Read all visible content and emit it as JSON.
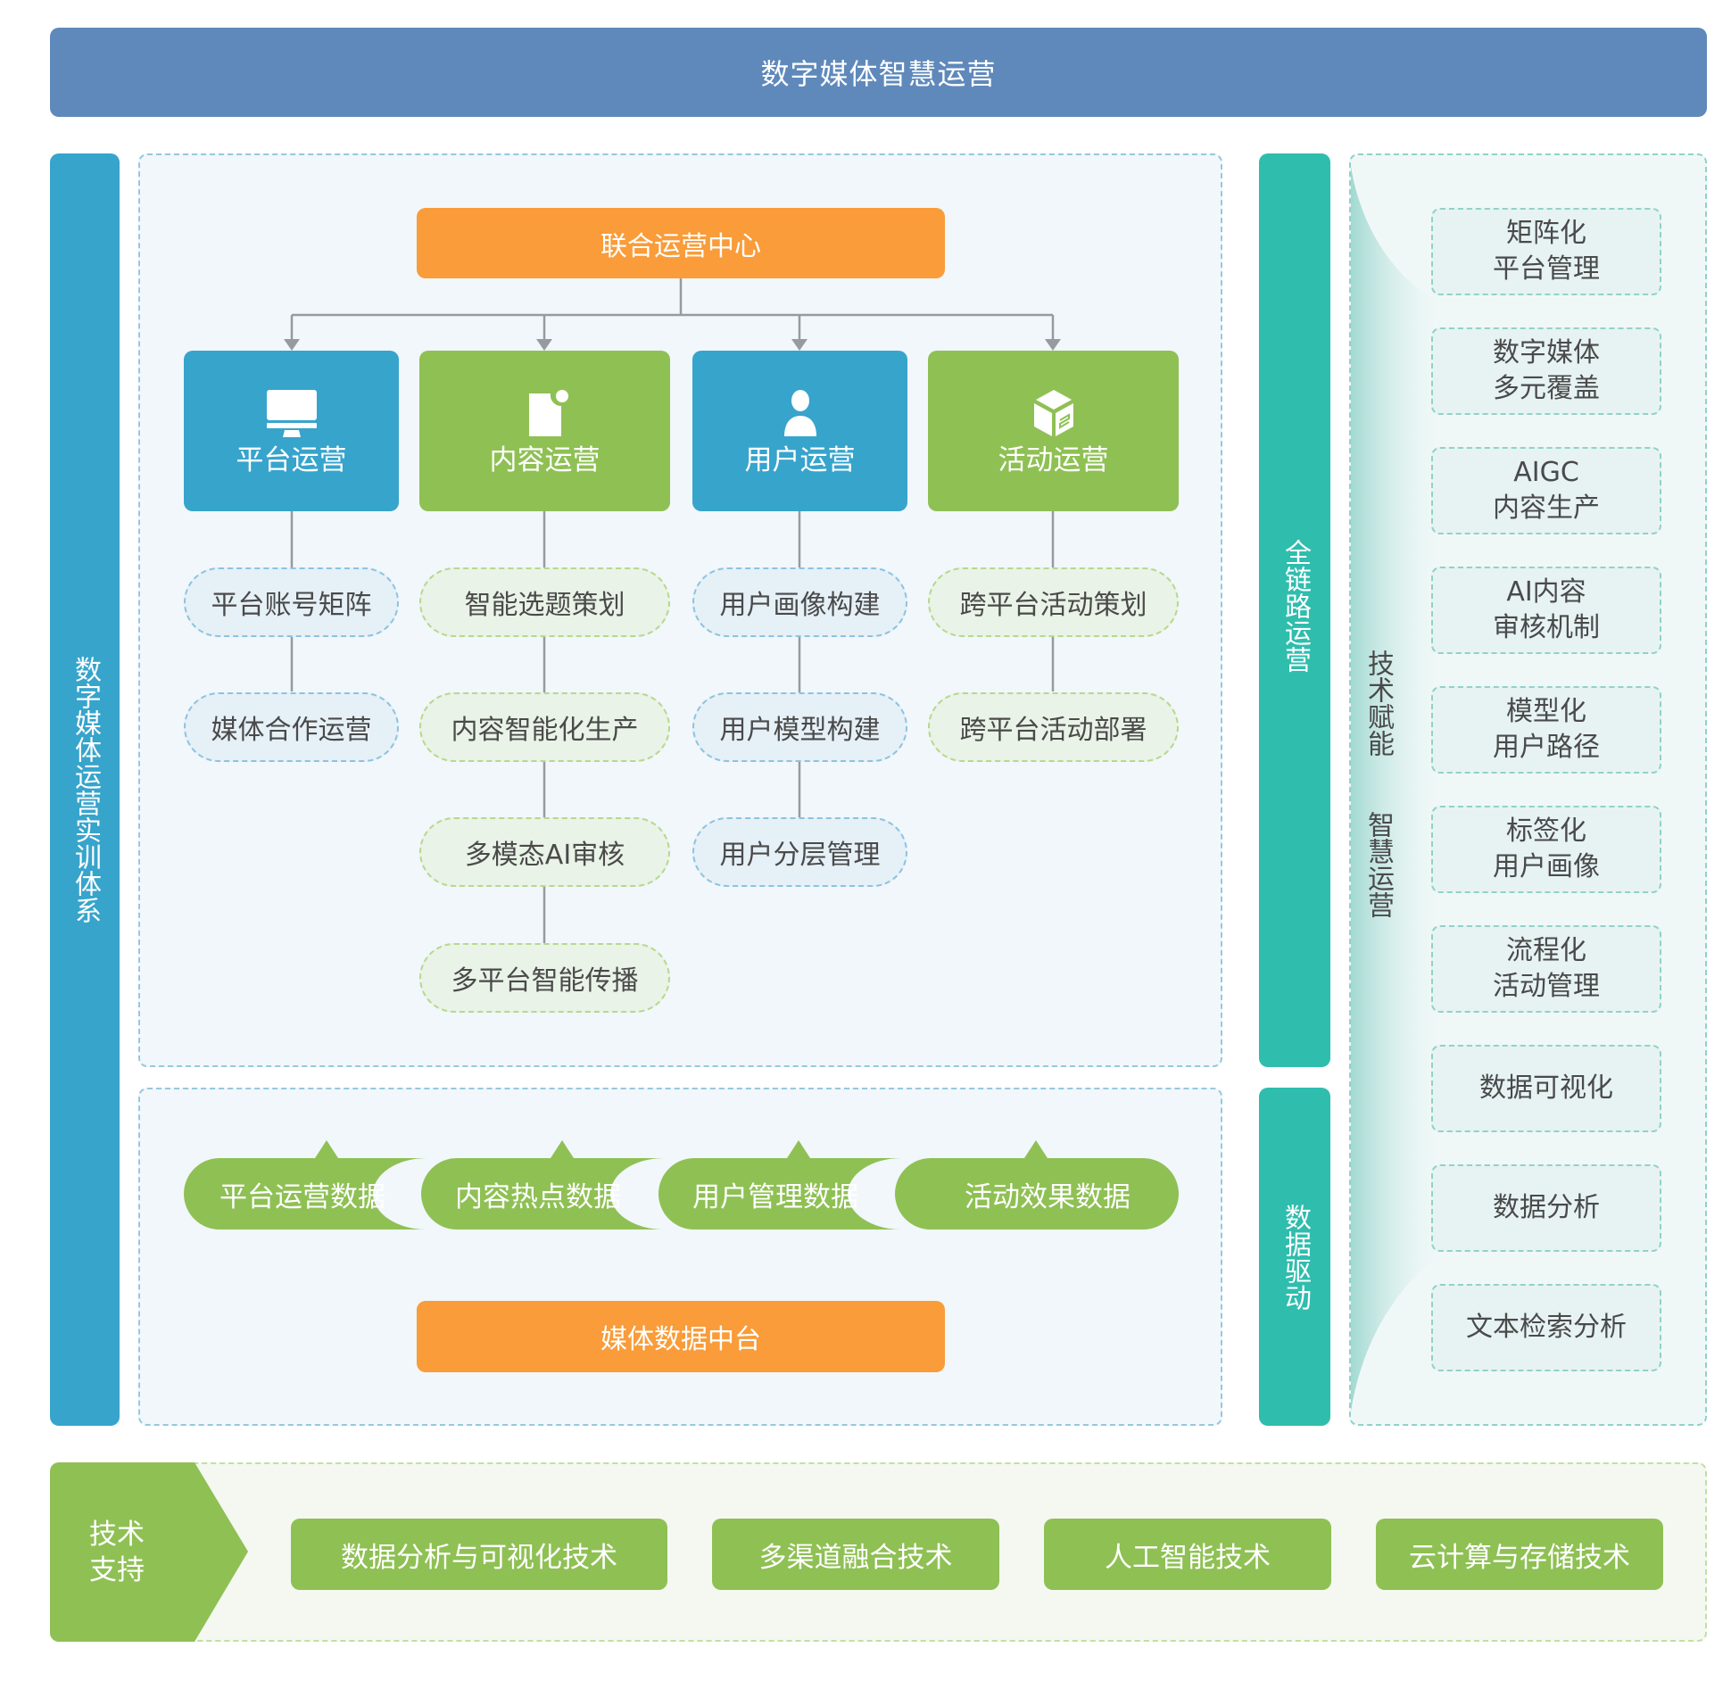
{
  "title": "数字媒体智慧运营",
  "left_bar_label": "数字媒体运营实训体系",
  "center": {
    "hub_label": "联合运营中心",
    "categories": [
      {
        "label": "平台运营",
        "icon": "monitor-icon",
        "theme": "blue",
        "items": [
          "平台账号矩阵",
          "媒体合作运营"
        ]
      },
      {
        "label": "内容运营",
        "icon": "document-icon",
        "theme": "green",
        "items": [
          "智能选题策划",
          "内容智能化生产",
          "多模态AI审核",
          "多平台智能传播"
        ]
      },
      {
        "label": "用户运营",
        "icon": "user-icon",
        "theme": "blue",
        "items": [
          "用户画像构建",
          "用户模型构建",
          "用户分层管理"
        ]
      },
      {
        "label": "活动运营",
        "icon": "box-icon",
        "theme": "green",
        "items": [
          "跨平台活动策划",
          "跨平台活动部署"
        ]
      }
    ]
  },
  "data_layer": {
    "items": [
      "平台运营数据",
      "内容热点数据",
      "用户管理数据",
      "活动效果数据"
    ],
    "source_label": "媒体数据中台"
  },
  "side_bars": {
    "upper": "全链路运营",
    "lower": "数据驱动"
  },
  "right_panel": {
    "vertical_labels": [
      "技术赋能",
      "智慧运营"
    ],
    "cards": [
      [
        "矩阵化",
        "平台管理"
      ],
      [
        "数字媒体",
        "多元覆盖"
      ],
      [
        "AIGC",
        "内容生产"
      ],
      [
        "AI内容",
        "审核机制"
      ],
      [
        "模型化",
        "用户路径"
      ],
      [
        "标签化",
        "用户画像"
      ],
      [
        "流程化",
        "活动管理"
      ],
      [
        "数据可视化"
      ],
      [
        "数据分析"
      ],
      [
        "文本检索分析"
      ]
    ]
  },
  "tech_support": {
    "label_lines": [
      "技术",
      "支持"
    ],
    "items": [
      "数据分析与可视化技术",
      "多渠道融合技术",
      "人工智能技术",
      "云计算与存储技术"
    ]
  },
  "colors": {
    "title_blue": "#5f89bb",
    "primary_blue": "#37a4cc",
    "primary_green": "#8fc054",
    "orange": "#f99c39",
    "teal": "#2fbdad",
    "connector_gray": "#979aa0",
    "text_dark": "#4a4a4a"
  }
}
